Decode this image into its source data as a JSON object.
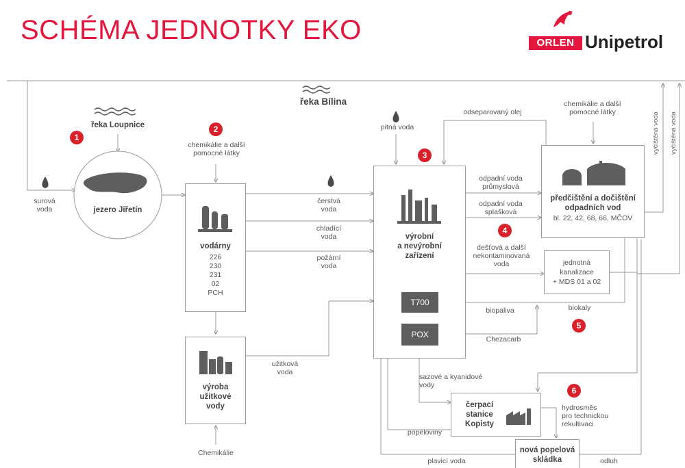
{
  "title": "SCHÉMA JEDNOTKY EKO",
  "logo": {
    "box_text": "ORLEN",
    "word": "Unipetrol",
    "brand_color": "#e3173e"
  },
  "sources": {
    "lake": "jezero Jiřetín",
    "river_loupnice": "řeka Loupnice",
    "river_bilina": "řeka Bílina",
    "raw_water": [
      "surová",
      "voda"
    ],
    "drinking_water": "pitná voda"
  },
  "numbers": [
    "1",
    "2",
    "3",
    "4",
    "5",
    "6"
  ],
  "waterworks": {
    "chem_top": [
      "chemikálie a další",
      "pomocné látky"
    ],
    "title": "vodárny",
    "items": [
      "226",
      "230",
      "231",
      "02",
      "PCH"
    ]
  },
  "utility_water_plant": {
    "title": [
      "výroba",
      "užitkové",
      "vody"
    ],
    "chem": "Chemikálie"
  },
  "flows_left": {
    "fresh": [
      "čerstvá",
      "voda"
    ],
    "cooling": [
      "chladící",
      "voda"
    ],
    "fire": [
      "požární",
      "voda"
    ],
    "utility": [
      "užitková",
      "voda"
    ]
  },
  "production": {
    "title": [
      "výrobní",
      "a nevýrobní",
      "zařízení"
    ],
    "t700": "T700",
    "pox": "POX"
  },
  "flows_right": {
    "separated_oil": "odseparovaný olej",
    "industrial": [
      "odpadní voda",
      "průmyslová"
    ],
    "sewage": [
      "odpadní voda",
      "splašková"
    ],
    "rain": [
      "dešťová a další",
      "nekontaminovaná",
      "voda"
    ],
    "biofuels": "biopaliva",
    "biosludge": "biokaly",
    "chezacarb": "Chezacarb",
    "soot": [
      "sazové a kyanidové",
      "vody"
    ],
    "ash": "popeloviny",
    "flush": "plavicí voda",
    "hydromix": [
      "hydrosměs",
      "pro technickou",
      "rekultivaci"
    ],
    "outflow": "odluh",
    "cleaned1": "vyčištěná voda",
    "cleaned2": "vyčištěná voda"
  },
  "treatment": {
    "chem_top": [
      "chemikálie a další",
      "pomocné látky"
    ],
    "title": [
      "předčištění a dočištění",
      "odpadních vod"
    ],
    "sub": "bl. 22, 42, 68, 66, MČOV"
  },
  "sewer": {
    "title": [
      "jednotná",
      "kanalizace",
      "+ MDS 01 a 02"
    ]
  },
  "pump": {
    "title": [
      "čerpací",
      "stanice",
      "Kopisty"
    ]
  },
  "ash_dump": {
    "title": [
      "nová popelová",
      "skládka"
    ]
  }
}
